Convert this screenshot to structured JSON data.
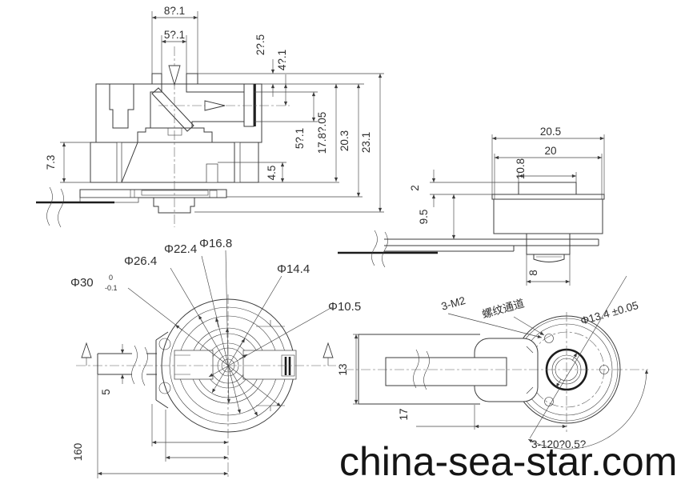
{
  "watermark": {
    "text": "china-sea-star.com"
  },
  "section_view": {
    "dim_8": "8?.1",
    "dim_5_top": "5?.1",
    "dim_2_5": "2?.5",
    "dim_4_1": "4?.1",
    "dim_4_5": "4.5",
    "dim_5_1": "5?.1",
    "dim_17_8": "17.8?.05",
    "dim_20_3": "20.3",
    "dim_23_1": "23.1",
    "dim_7_3": "7.3"
  },
  "side_view": {
    "dim_20_5": "20.5",
    "dim_20": "20",
    "dim_10_8": "10.8",
    "dim_2": "2",
    "dim_9_5": "9.5",
    "dim_8": "8"
  },
  "front_view": {
    "dia_30": "Φ30",
    "dia_30_tol_upper": "0",
    "dia_30_tol_lower": "-0.1",
    "dia_26_4": "Φ26.4",
    "dia_22_4": "Φ22.4",
    "dia_16_8": "Φ16.8",
    "dia_14_4": "Φ14.4",
    "dia_10_5": "Φ10.5",
    "dim_5": "5",
    "dim_160": "160"
  },
  "top_view": {
    "thread_callout": "3-M2",
    "thread_channel": "螺纹通道",
    "dia_13_4": "Φ13.4 ±0.05",
    "dim_13": "13",
    "dim_17": "17",
    "angle_callout": "3-120?0.5?"
  }
}
